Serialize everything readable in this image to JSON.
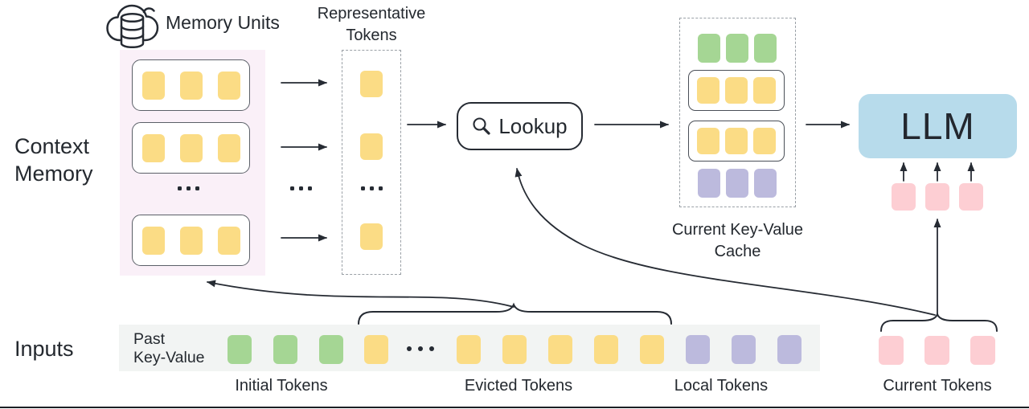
{
  "labels": {
    "memory_units": "Memory Units",
    "representative_line1": "Representative",
    "representative_line2": "Tokens",
    "context_line1": "Context",
    "context_line2": "Memory",
    "lookup": "Lookup",
    "cache_line1": "Current Key-Value",
    "cache_line2": "Cache",
    "llm": "LLM",
    "inputs": "Inputs",
    "past_line1": "Past",
    "past_line2": "Key-Value",
    "initial_tokens": "Initial Tokens",
    "evicted_tokens": "Evicted Tokens",
    "local_tokens": "Local Tokens",
    "current_tokens": "Current Tokens",
    "ellipsis": "..."
  },
  "colors": {
    "token_yellow": "#fbdc85",
    "token_green": "#a5d694",
    "token_purple": "#bcbadd",
    "token_pink": "#fdced3",
    "llm_fill": "#b7dbeb",
    "memory_bg": "#faf0f8",
    "strip_bg": "#f2f4f3",
    "line": "#262b33"
  },
  "memory": {
    "rows": [
      {
        "color": "yellow",
        "count": 3
      },
      {
        "color": "yellow",
        "count": 3
      },
      {
        "color": "yellow",
        "count": 3
      }
    ]
  },
  "representative": {
    "slots": [
      {
        "color": "yellow",
        "count": 1
      },
      {
        "color": "yellow",
        "count": 1
      },
      {
        "color": "yellow",
        "count": 1
      }
    ]
  },
  "cache": {
    "rows": [
      {
        "boxed": false,
        "color": "green",
        "count": 3
      },
      {
        "boxed": true,
        "color": "yellow",
        "count": 3
      },
      {
        "boxed": true,
        "color": "yellow",
        "count": 3
      },
      {
        "boxed": false,
        "color": "purple",
        "count": 3
      }
    ]
  },
  "strip": {
    "groups": [
      {
        "name": "initial",
        "color": "green",
        "count": 3
      },
      {
        "name": "evicted-first",
        "color": "yellow",
        "count": 1
      },
      {
        "name": "evicted",
        "color": "yellow",
        "count": 5
      },
      {
        "name": "local",
        "color": "purple",
        "count": 3
      }
    ]
  },
  "current": {
    "under_llm": {
      "color": "pink",
      "count": 3
    },
    "bottom": {
      "color": "pink",
      "count": 3
    }
  }
}
